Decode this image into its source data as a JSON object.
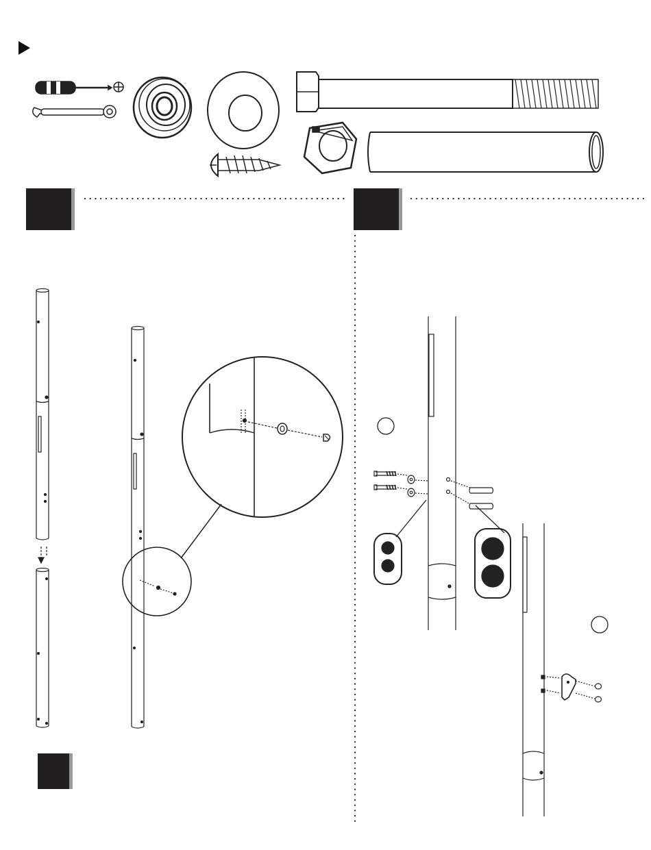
{
  "header": {
    "arrow_icon": "play-triangle-icon"
  },
  "hardware": {
    "icons": [
      "screwdriver-icon",
      "phillips-tip-icon",
      "wrench-icon",
      "grommet-icon",
      "washer-icon",
      "lag-screw-icon",
      "hex-bolt-icon",
      "hex-nut-icon",
      "spacer-tube-icon"
    ]
  },
  "steps": [
    {
      "id": "step-1",
      "number": ""
    },
    {
      "id": "step-2",
      "number": ""
    },
    {
      "id": "step-3",
      "number": ""
    }
  ],
  "callouts": {
    "left_count": "",
    "right_count": ""
  },
  "colors": {
    "ink": "#231f20",
    "step_shadow": "#9a9a9a",
    "paper": "#ffffff"
  }
}
